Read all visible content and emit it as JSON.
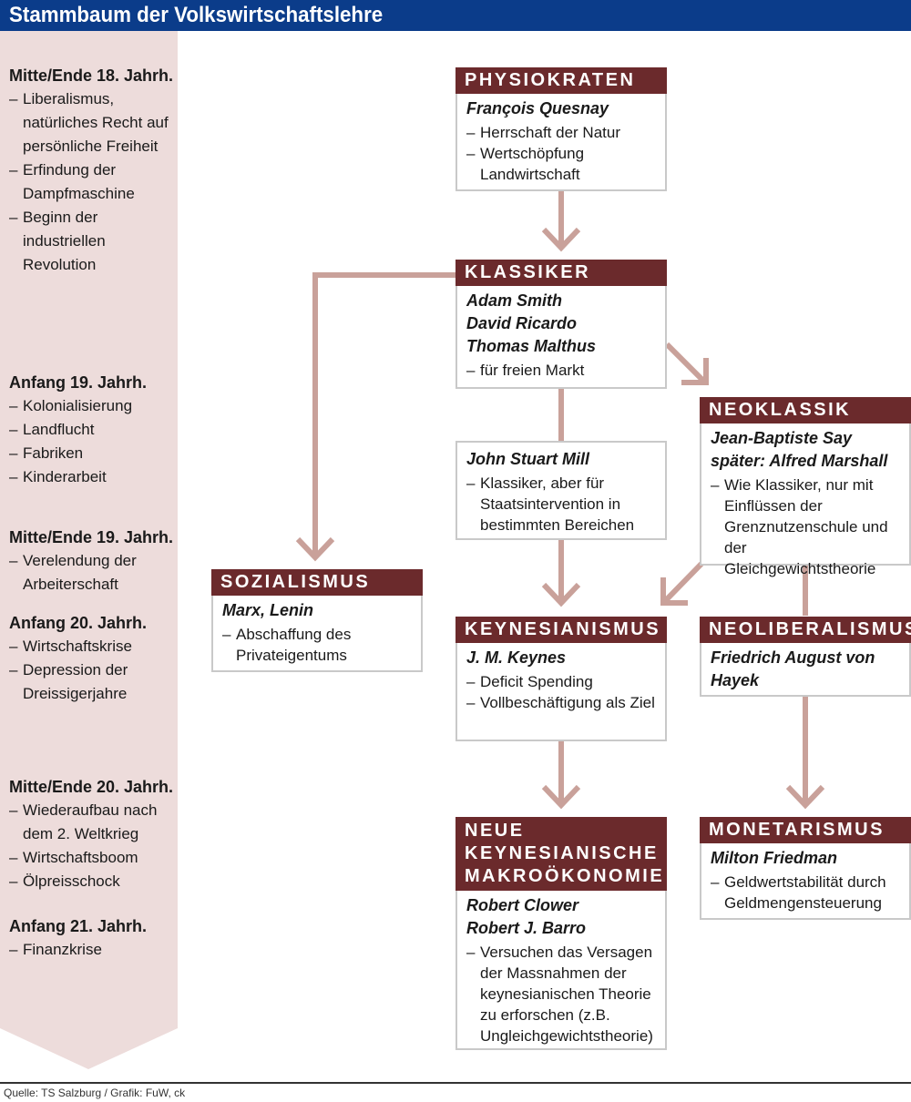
{
  "title": "Stammbaum der Volkswirtschaftslehre",
  "colors": {
    "title_bar": "#0b3c8a",
    "box_header": "#6b2a2c",
    "arrow": "#c9a19a",
    "timeline_bg": "#eddcdb"
  },
  "timeline": [
    {
      "title": "Mitte/Ende 18. Jahrh.",
      "items": [
        "Liberalismus, natürliches Recht auf persönliche Freiheit",
        "Erfindung der Dampfmaschine",
        "Beginn der industriellen Revolution"
      ]
    },
    {
      "title": "Anfang 19. Jahrh.",
      "items": [
        "Kolonialisierung",
        "Landflucht",
        "Fabriken",
        "Kinderarbeit"
      ]
    },
    {
      "title": "Mitte/Ende 19. Jahrh.",
      "items": [
        "Verelendung der Arbeiterschaft"
      ]
    },
    {
      "title": "Anfang 20. Jahrh.",
      "items": [
        "Wirtschaftskrise",
        "Depression der Dreissigerjahre"
      ]
    },
    {
      "title": "Mitte/Ende 20. Jahrh.",
      "items": [
        "Wiederaufbau nach dem 2. Weltkrieg",
        "Wirtschaftsboom",
        "Ölpreisschock"
      ]
    },
    {
      "title": "Anfang 21. Jahrh.",
      "items": [
        "Finanzkrise"
      ]
    }
  ],
  "schools": {
    "physiokraten": {
      "name": "PHYSIOKRATEN",
      "people": [
        "François Quesnay"
      ],
      "points": [
        "Herrschaft der Natur",
        "Wertschöpfung Landwirtschaft"
      ]
    },
    "klassiker": {
      "name": "KLASSIKER",
      "people": [
        "Adam Smith",
        "David Ricardo",
        "Thomas Malthus"
      ],
      "points": [
        "für freien Markt"
      ]
    },
    "mill": {
      "people": [
        "John Stuart Mill"
      ],
      "points": [
        "Klassiker, aber für Staatsintervention in bestimmten Bereichen"
      ]
    },
    "neoklassik": {
      "name": "NEOKLASSIK",
      "people": [
        "Jean-Baptiste Say",
        "später: Alfred Marshall"
      ],
      "points": [
        "Wie Klassiker, nur mit Einflüssen der Grenznutzenschule und der Gleichgewichtstheorie"
      ]
    },
    "sozialismus": {
      "name": "SOZIALISMUS",
      "people": [
        "Marx, Lenin"
      ],
      "points": [
        "Abschaffung des Privateigentums"
      ]
    },
    "keynesianismus": {
      "name": "KEYNESIANISMUS",
      "people": [
        "J. M. Keynes"
      ],
      "points": [
        "Deficit Spending",
        "Vollbeschäftigung als Ziel"
      ]
    },
    "neoliberalismus": {
      "name": "NEOLIBERALISMUS",
      "people": [
        "Friedrich August von Hayek"
      ],
      "points": []
    },
    "neue_keynesianische": {
      "name_lines": [
        "NEUE",
        "KEYNESIANISCHE",
        "MAKROÖKONOMIE"
      ],
      "people": [
        "Robert Clower",
        "Robert J. Barro"
      ],
      "points": [
        "Versuchen das Versagen der Massnahmen der keynesianischen Theorie zu erforschen (z.B. Ungleichgewichtstheorie)"
      ]
    },
    "monetarismus": {
      "name": "MONETARISMUS",
      "people": [
        "Milton Friedman"
      ],
      "points": [
        "Geldwertstabilität durch Geldmengensteuerung"
      ]
    }
  },
  "source": "Quelle: TS Salzburg / Grafik: FuW, ck"
}
